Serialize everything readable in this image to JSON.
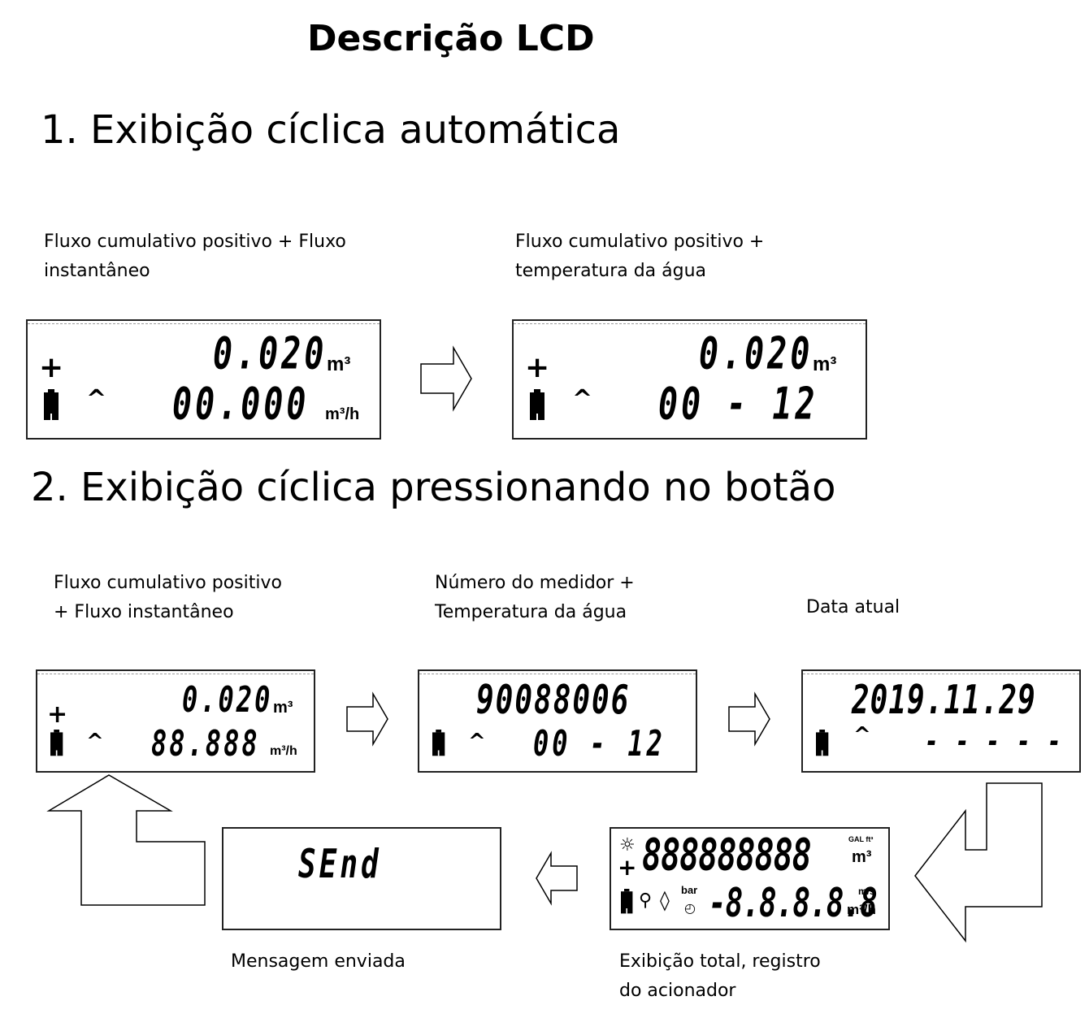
{
  "page": {
    "title": "Descrição LCD",
    "section1": "1. Exibição cíclica automática",
    "section2": "2. Exibição cíclica pressionando no botão"
  },
  "section1": {
    "screen1": {
      "caption_line1": "Fluxo cumulativo positivo + Fluxo",
      "caption_line2": "instantâneo",
      "top_value": "0.020",
      "top_unit": "m³",
      "bottom_value": "00.000",
      "bottom_unit": "m³/h",
      "sign": "+",
      "indicator": "^"
    },
    "screen2": {
      "caption_line1": "Fluxo cumulativo positivo +",
      "caption_line2": "temperatura da água",
      "top_value": "0.020",
      "top_unit": "m³",
      "bottom_value": "00 - 12",
      "sign": "+",
      "indicator": "^"
    }
  },
  "section2": {
    "screen1": {
      "caption_line1": "Fluxo cumulativo positivo",
      "caption_line2": "+ Fluxo instantâneo",
      "top_value": "0.020",
      "top_unit": "m³",
      "bottom_value": "88.888",
      "bottom_unit": "m³/h",
      "sign": "+",
      "indicator": "^"
    },
    "screen2": {
      "caption_line1": "Número do medidor +",
      "caption_line2": "Temperatura da água",
      "top_value": "90088006",
      "bottom_value": "00 - 12",
      "indicator": "^"
    },
    "screen3": {
      "caption": "Data atual",
      "top_value": "2019.11.29",
      "bottom_value": "- - - - -",
      "indicator": "^"
    },
    "screen4": {
      "caption_line1": "Exibição total, registro",
      "caption_line2": "do acionador",
      "top_value": "888888888",
      "top_unit": "m³",
      "top_unit_small": "GAL ft³",
      "bottom_value": "-8.8.8.8.8",
      "bottom_unit": "m³/h",
      "bottom_unit_small": "m/s",
      "pressure_label": "bar",
      "sign": "+",
      "icons": [
        "sun-icon",
        "battery-icon",
        "faucet-icon",
        "diamond-icon",
        "clock-icon"
      ]
    },
    "screen5": {
      "caption": "Mensagem enviada",
      "value": "SEnd"
    }
  }
}
